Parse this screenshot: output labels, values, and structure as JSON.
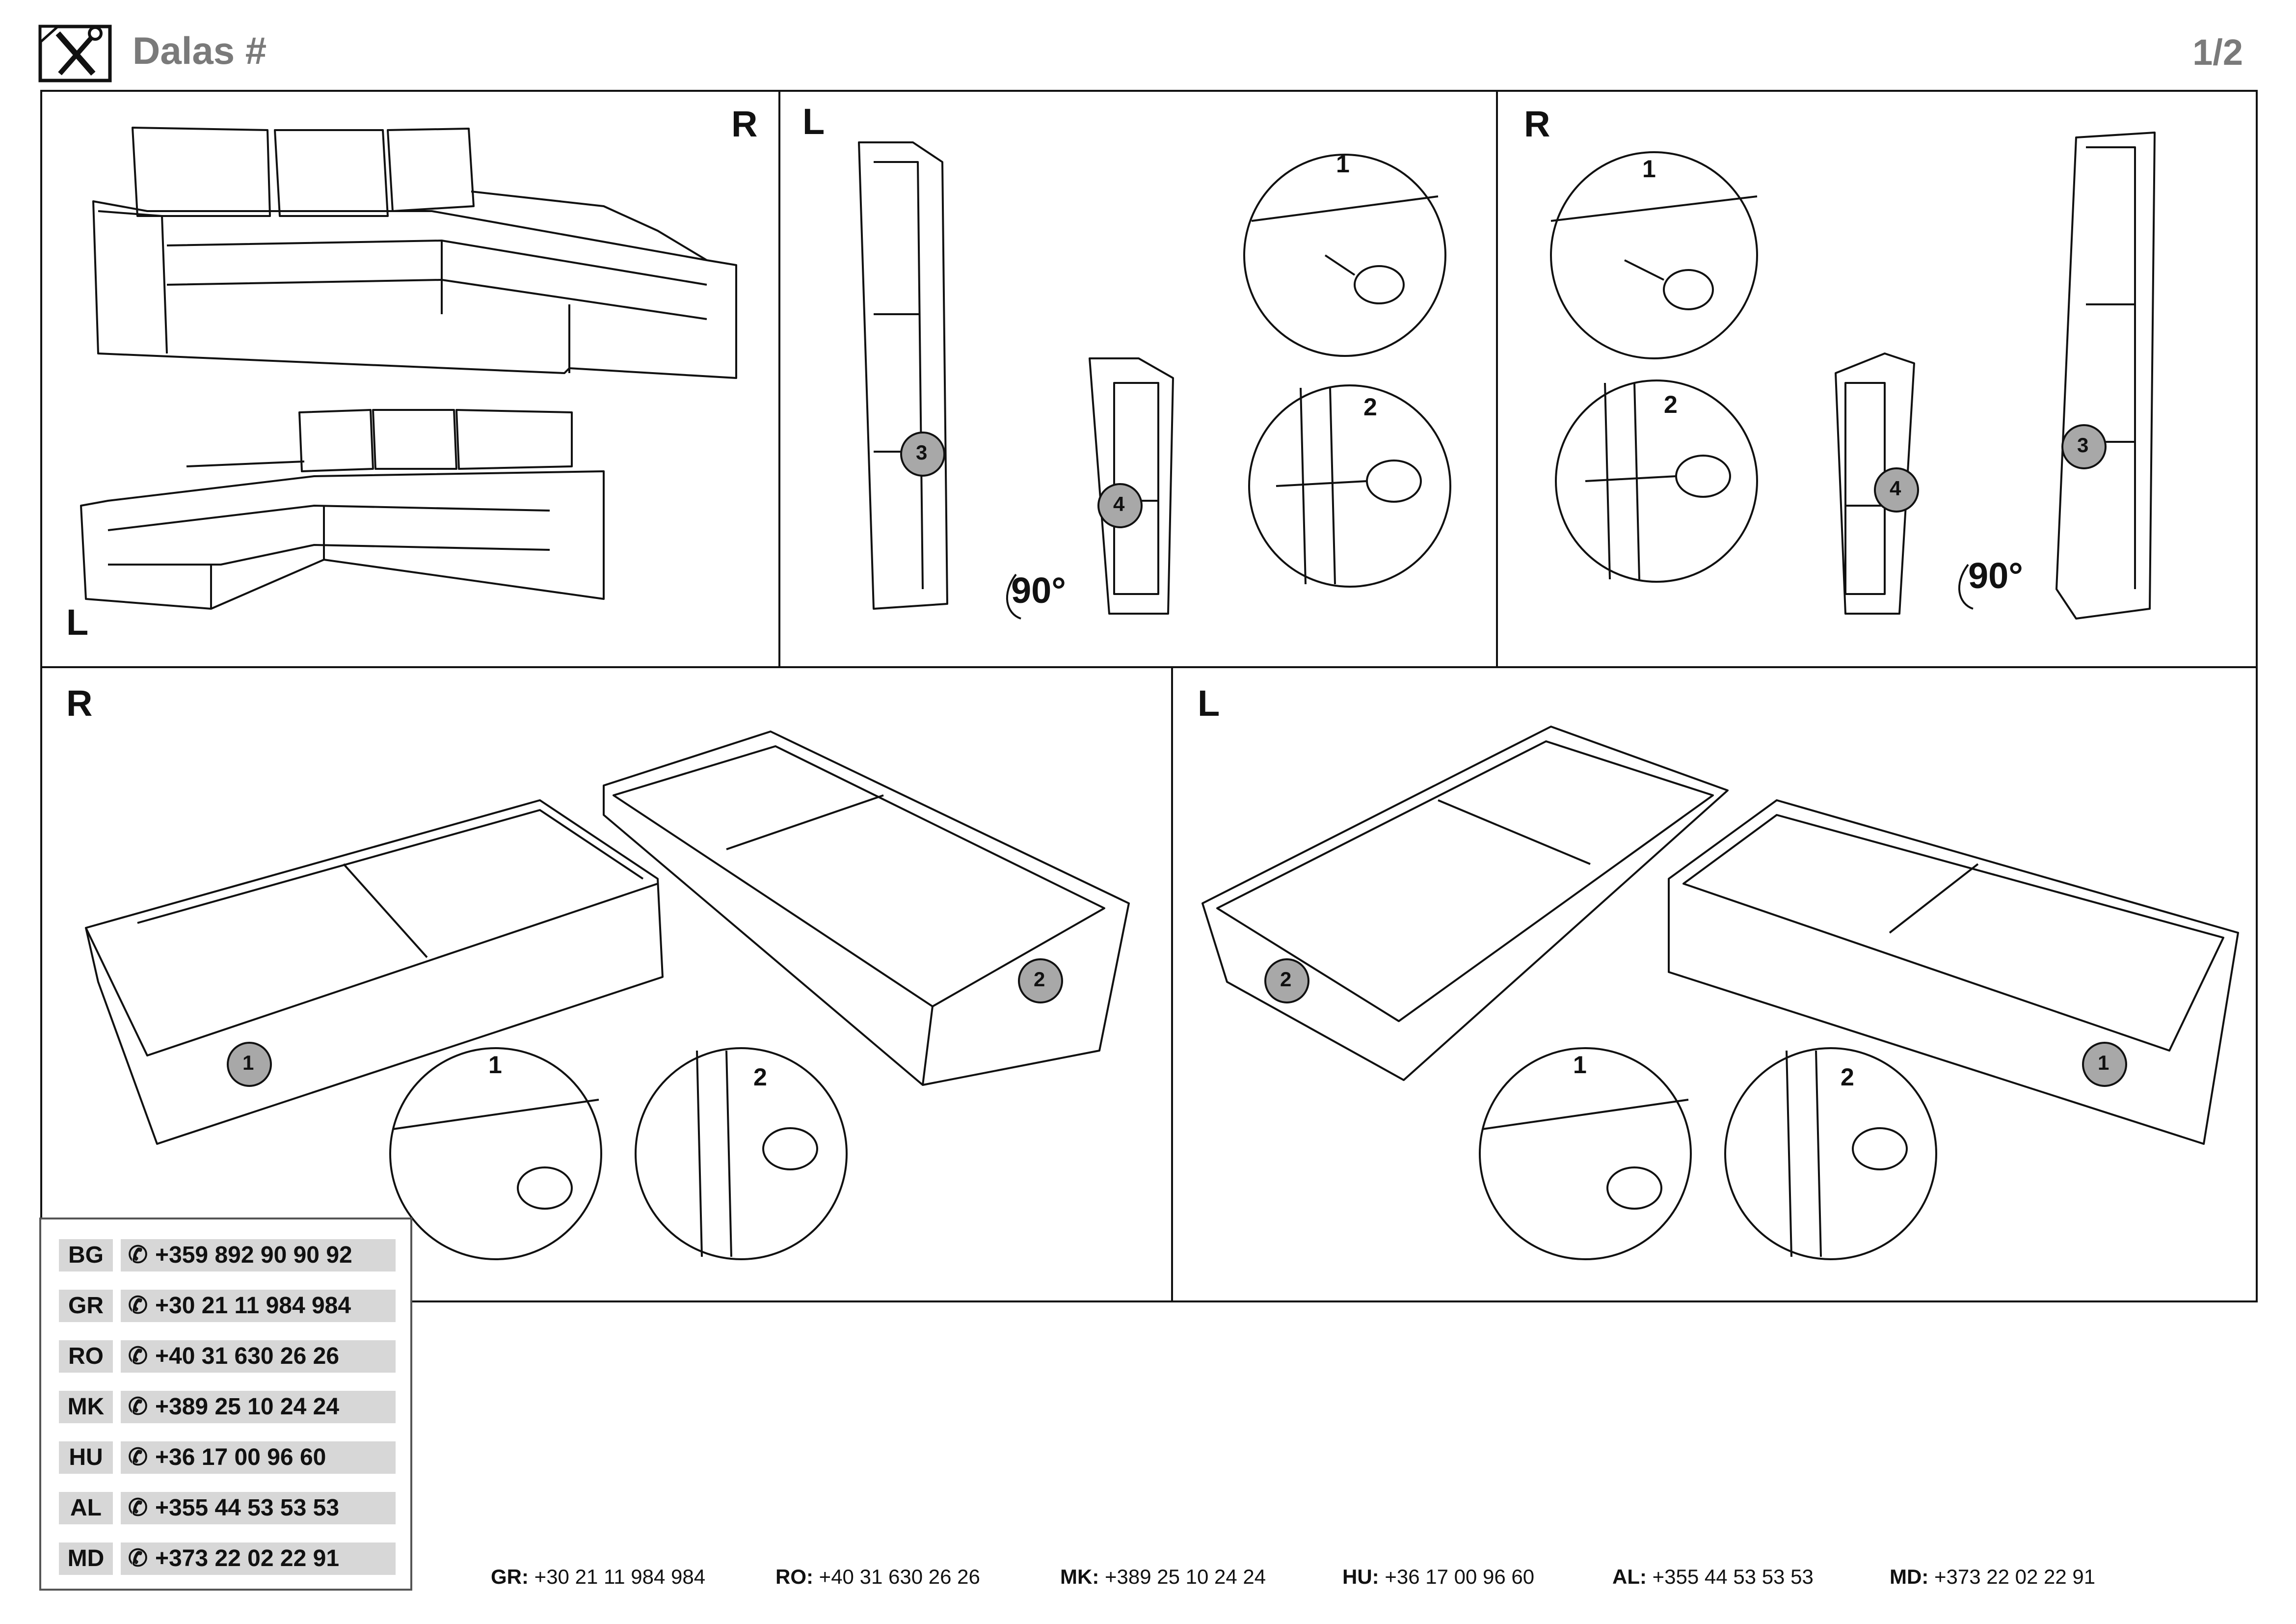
{
  "header": {
    "title": "Dalas #",
    "page": "1/2"
  },
  "panels": {
    "p1": {
      "top_label": "R",
      "bottom_label": "L"
    },
    "p2": {
      "label": "L",
      "rotate": "90°",
      "part3": "3",
      "part4": "4",
      "step1": "1",
      "step2": "2"
    },
    "p3": {
      "label": "R",
      "rotate": "90°",
      "part3": "3",
      "part4": "4",
      "step1": "1",
      "step2": "2"
    },
    "p4": {
      "label": "R",
      "part1": "1",
      "part2": "2",
      "step1": "1",
      "step2": "2"
    },
    "p5": {
      "label": "L",
      "part1": "1",
      "part2": "2",
      "step1": "1",
      "step2": "2"
    }
  },
  "contacts": [
    {
      "code": "BG",
      "phone": "+359 892 90 90 92"
    },
    {
      "code": "GR",
      "phone": "+30 21 11 984 984"
    },
    {
      "code": "RO",
      "phone": "+40 31 630 26 26"
    },
    {
      "code": "MK",
      "phone": "+389 25 10 24 24"
    },
    {
      "code": "HU",
      "phone": "+36 17 00 96 60"
    },
    {
      "code": "AL",
      "phone": "+355 44 53 53 53"
    },
    {
      "code": "MD",
      "phone": "+373 22 02 22 91"
    }
  ],
  "footer": [
    {
      "code": "GR:",
      "phone": "+30 21 11 984 984"
    },
    {
      "code": "RO:",
      "phone": "+40 31 630 26 26"
    },
    {
      "code": "MK:",
      "phone": "+389 25 10 24 24"
    },
    {
      "code": "HU:",
      "phone": "+36 17 00 96 60"
    },
    {
      "code": "AL:",
      "phone": "+355 44 53 53 53"
    },
    {
      "code": "MD:",
      "phone": "+373 22 02 22 91"
    }
  ],
  "icons": {
    "tools": "screwdriver-wrench-icon",
    "phone": "phone-icon",
    "rotate": "rotate-arrow-icon"
  }
}
